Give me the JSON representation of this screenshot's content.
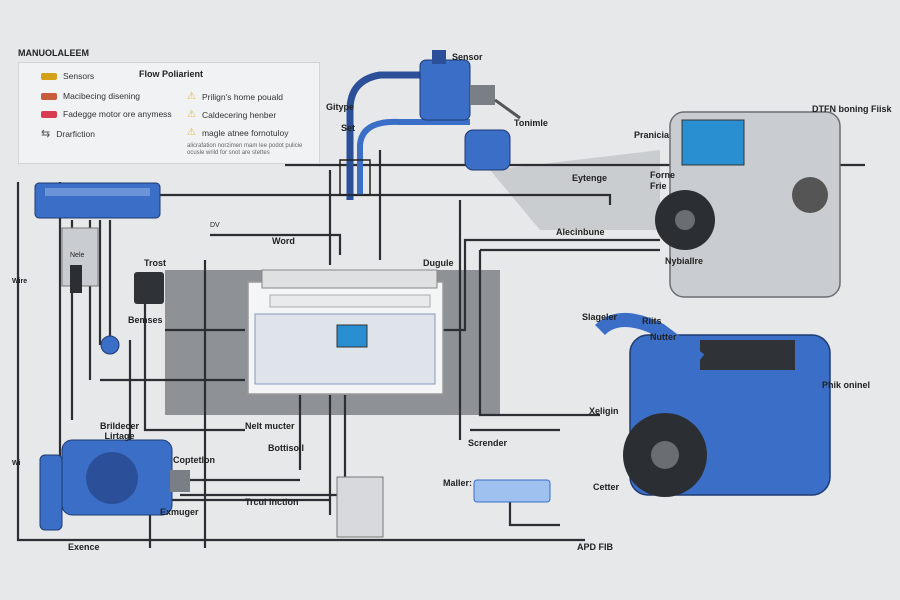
{
  "legend": {
    "title": "MANUOLALEEM",
    "header": "Flow Poliarient",
    "items": [
      {
        "label": "Sensors",
        "icon": "sensor-icon",
        "color": "#3d3d3d"
      },
      {
        "label": "Macibecing disening",
        "icon": "connector-icon",
        "color": "#c85b3a"
      },
      {
        "label": "Fadegge motor ore anymess",
        "icon": "module-icon",
        "color": "#d93c4e"
      },
      {
        "label": "Drarfiction",
        "icon": "direction-arrow-icon",
        "color": "#555555"
      },
      {
        "label": "Prilign's home pouald",
        "icon": "warning-icon",
        "color": "#e2b93b"
      },
      {
        "label": "Caldecering henber",
        "icon": "warning-icon",
        "color": "#e2b93b"
      },
      {
        "label": "magle atnee fornotuloy",
        "icon": "warning-icon",
        "color": "#e2b93b"
      }
    ],
    "note": "alicrafation norzimen mam lee podot pulicie ocusle wrild for snot are stettes"
  },
  "labels": {
    "sensor": "Sensor",
    "gitype": "Gitype",
    "set": "Set",
    "tonimle": "Tonimle",
    "pranicia": "Pranicia",
    "dtfn": "DTFN boning Fiisk",
    "eytenge": "Eytenge",
    "forne_frie": "Forne\nFrie",
    "alecinbune": "Alecinbune",
    "nybiallre": "Nybiallre",
    "trost": "Trost",
    "dugule": "Dugule",
    "bemses": "Bemses",
    "word": "Word",
    "nele": "Nele",
    "wire_left": "Wire",
    "wi_left": "Wi",
    "slageler": "Slageler",
    "riits": "Riits",
    "nutter": "Nutter",
    "phik": "Phik oninel",
    "xeligin": "Xeligin",
    "cetter": "Cetter",
    "nelt_mucter": "Nelt mucter",
    "bottisoll": "Bottisoll",
    "coptetlon": "Coptetlon",
    "scrender": "Scrender",
    "maller": "Maller:",
    "trcul_inction": "Trcul inction",
    "exmuger": "Exmuger",
    "brildecer": "Brildecer\nLirtage",
    "exence": "Exence",
    "apd": "APD FIB",
    "dv": "DV"
  },
  "colors": {
    "background": "#e6e8ea",
    "wire": "#2b2f33",
    "component_blue": "#3b6fc7",
    "engine_grey": "#c9ccd0",
    "panel": "#f4f5f6",
    "screen": "#2a8fd0"
  }
}
